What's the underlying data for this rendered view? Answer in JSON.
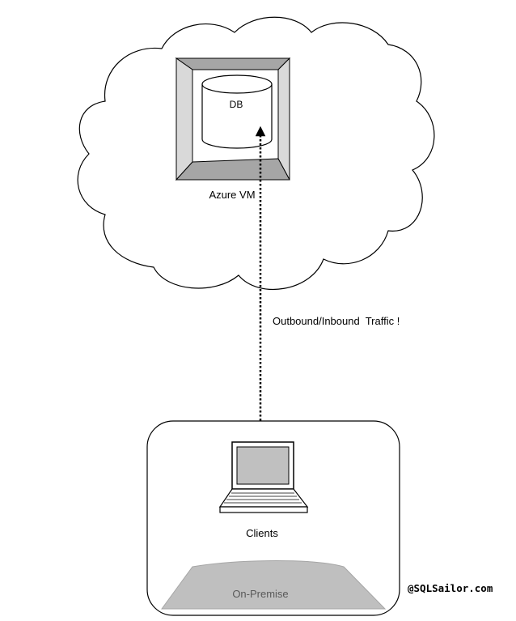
{
  "cloud": {
    "vm_label": "Azure VM",
    "db_label": "DB"
  },
  "connection": {
    "label": "Outbound/Inbound  Traffic !"
  },
  "premise": {
    "clients_label": "Clients",
    "zone_label": "On-Premise"
  },
  "credit": "@SQLSailor.com",
  "colors": {
    "outline": "#000000",
    "frame_light": "#d9d9d9",
    "frame_dark": "#a6a6a6",
    "zone_fill": "#bfbfbf",
    "zone_text": "#595959",
    "laptop_screen": "#c0c0c0"
  },
  "icons": [
    "cloud-shape",
    "vm-box-icon",
    "database-icon",
    "laptop-icon"
  ]
}
